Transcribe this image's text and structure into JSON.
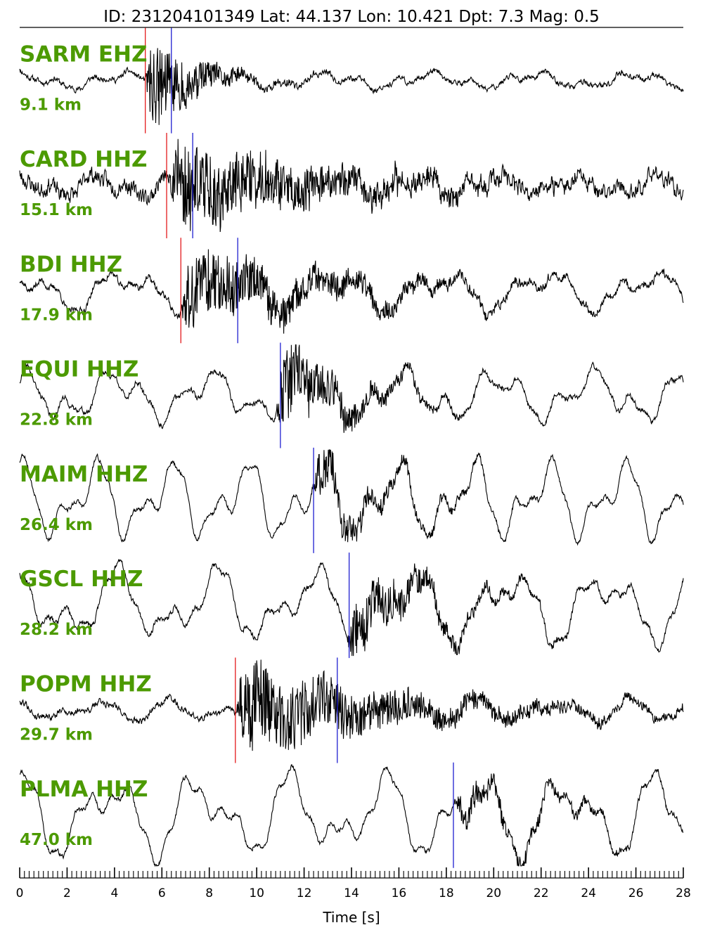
{
  "header": {
    "text": "ID: 231204101349 Lat:  44.137 Lon:  10.421 Dpt:      7.3 Mag:   0.5"
  },
  "chart_data": {
    "type": "line",
    "title": "ID: 231204101349 Lat:  44.137 Lon:  10.421 Dpt:      7.3 Mag:   0.5",
    "xlabel": "Time [s]",
    "xlim": [
      0,
      28
    ],
    "xticks": [
      "0",
      "2",
      "4",
      "6",
      "8",
      "10",
      "12",
      "14",
      "16",
      "18",
      "20",
      "22",
      "24",
      "26",
      "28"
    ],
    "colors": {
      "trace": "#000000",
      "p_pick": "#e41a1c",
      "s_pick": "#1f1fd0",
      "label": "#4c9a00"
    },
    "series": [
      {
        "name": "SARM EHZ",
        "distance": "9.1 km",
        "p_pick": 5.3,
        "s_pick": 6.4,
        "onset": 5.3,
        "noise": 0.1,
        "peak": 1.0,
        "decay": 2.0,
        "lowfreq": 0.18,
        "seed": 11
      },
      {
        "name": "CARD HHZ",
        "distance": "15.1 km",
        "p_pick": 6.2,
        "s_pick": 7.3,
        "onset": 6.3,
        "noise": 0.3,
        "peak": 0.9,
        "decay": 6.0,
        "lowfreq": 0.25,
        "seed": 23
      },
      {
        "name": "BDI HHZ",
        "distance": "17.9 km",
        "p_pick": 6.8,
        "s_pick": 9.2,
        "onset": 6.8,
        "noise": 0.12,
        "peak": 0.8,
        "decay": 5.5,
        "lowfreq": 0.45,
        "seed": 37
      },
      {
        "name": "EQUI HHZ",
        "distance": "22.8 km",
        "p_pick": null,
        "s_pick": 11.0,
        "onset": 10.8,
        "noise": 0.1,
        "peak": 0.9,
        "decay": 2.5,
        "lowfreq": 0.55,
        "seed": 41
      },
      {
        "name": "MAIM HHZ",
        "distance": "26.4 km",
        "p_pick": null,
        "s_pick": 12.4,
        "onset": 12.3,
        "noise": 0.08,
        "peak": 0.5,
        "decay": 3.0,
        "lowfreq": 0.85,
        "seed": 53
      },
      {
        "name": "GSCL HHZ",
        "distance": "28.2 km",
        "p_pick": null,
        "s_pick": 13.9,
        "onset": 13.8,
        "noise": 0.1,
        "peak": 0.7,
        "decay": 3.0,
        "lowfreq": 0.8,
        "seed": 67
      },
      {
        "name": "POPM HHZ",
        "distance": "29.7 km",
        "p_pick": 9.1,
        "s_pick": 13.4,
        "onset": 9.1,
        "noise": 0.12,
        "peak": 1.0,
        "decay": 6.0,
        "lowfreq": 0.25,
        "seed": 79
      },
      {
        "name": "PLMA HHZ",
        "distance": "47.0 km",
        "p_pick": null,
        "s_pick": 18.3,
        "onset": 18.3,
        "noise": 0.08,
        "peak": 0.3,
        "decay": 4.0,
        "lowfreq": 0.9,
        "seed": 97
      }
    ]
  }
}
